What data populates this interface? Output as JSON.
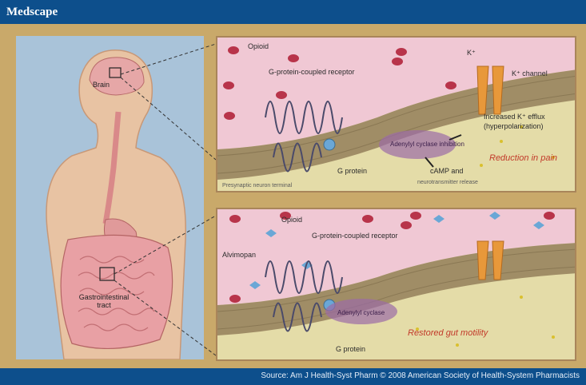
{
  "header": {
    "brand": "Medscape"
  },
  "footer": {
    "source": "Source: Am J Health-Syst Pharm © 2008 American Society of Health-System Pharmacists"
  },
  "body_panel": {
    "brain_label": "Brain",
    "intestine_label": "Gastrointestinal tract"
  },
  "panel_top": {
    "opioid_label": "Opioid",
    "receptor_label": "G-protein-coupled receptor",
    "potassium_label": "K⁺",
    "k_channel_label": "K⁺ channel",
    "k_efflux_label": "Increased K⁺ efflux",
    "hyperpolarization_label": "(hyperpolarization)",
    "adenylyl_label": "Adenylyl cyclase inhibition",
    "camp_label": "cAMP and",
    "neurotransmitter_label": "neurotransmitter release",
    "reduction_label": "Reduction in pain",
    "gprotein_label": "G protein",
    "caption": "Presynaptic neuron terminal"
  },
  "panel_bottom": {
    "opioid_label": "Opioid",
    "antagonist_label": "Alvimopan",
    "receptor_label": "G-protein-coupled receptor",
    "adenylyl_label": "Adenylyl cyclase",
    "outcome_label": "Restored gut motility",
    "gprotein_label": "G protein"
  },
  "colors": {
    "frame": "#c9a96a",
    "bar": "#0d4f8c",
    "body_bg": "#a9c3d9",
    "extracellular": "#f0c8d4",
    "intracellular": "#e4dca8",
    "membrane": "#a08d66",
    "opioid": "#b8344a",
    "antagonist": "#6aa7d6",
    "channel": "#e8983a",
    "accent_text": "#c23a2a"
  }
}
